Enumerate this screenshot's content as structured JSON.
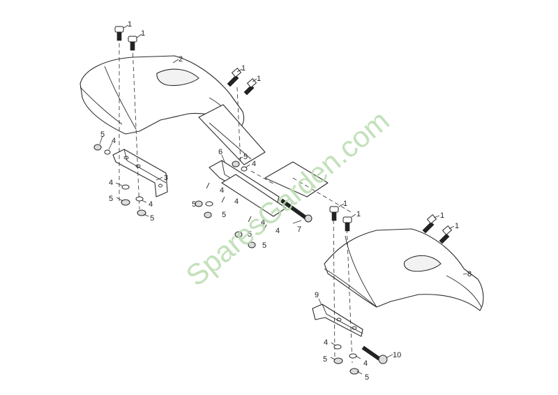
{
  "watermark": "SparesGarden.com",
  "callouts": {
    "c1a": "1",
    "c1b": "1",
    "c1c": "1",
    "c1d": "1",
    "c1e": "1",
    "c1f": "1",
    "c1g": "1",
    "c1h": "1",
    "c2": "2",
    "c3": "3",
    "c4a": "4",
    "c4b": "4",
    "c4c": "4",
    "c4d": "4",
    "c4e": "4",
    "c4f": "4",
    "c4g": "4",
    "c4h": "4",
    "c4i": "4",
    "c5a": "5",
    "c5b": "5",
    "c5c": "5",
    "c5d": "5",
    "c5e": "5",
    "c5f": "5",
    "c5g": "5",
    "c5h": "5",
    "c5i": "5",
    "c6": "6",
    "c7": "7",
    "c8": "8",
    "c9": "9",
    "c10": "10"
  },
  "colors": {
    "line": "#2a2a2a",
    "watermark": "#b9dcb0",
    "background": "#ffffff"
  }
}
